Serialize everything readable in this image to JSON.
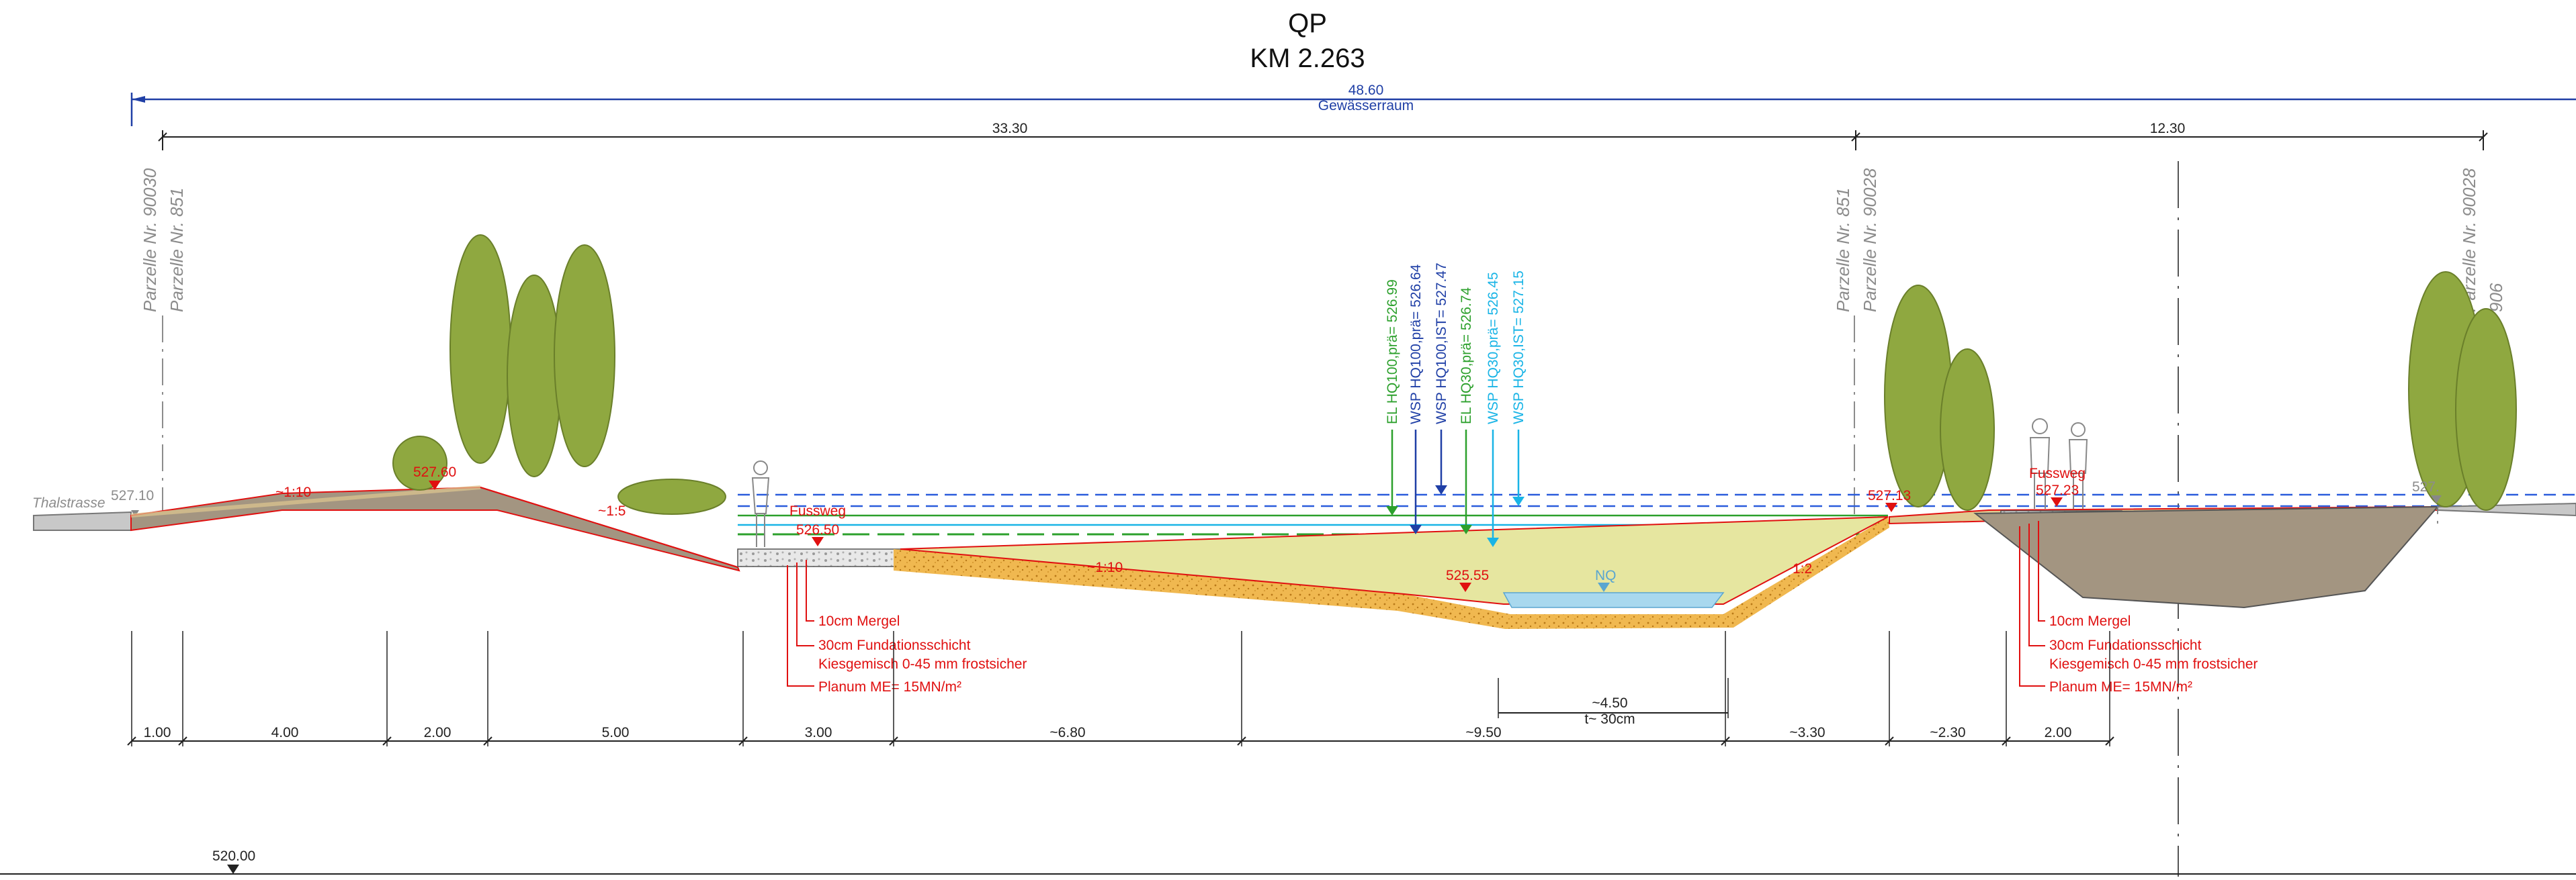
{
  "title": "QP",
  "subtitle": "KM 2.263",
  "colors": {
    "terrain_brown": "#a39581",
    "channel_yellow": "#e6e6a0",
    "gravel_orange": "#f0b850",
    "water_blue": "#a8d8ee",
    "dim_red": "#e01010",
    "dim_blue": "#1f3fa6",
    "green": "#2ca02c",
    "cyan": "#19b4e6",
    "tree_green": "#8fa840"
  },
  "top_dimension": {
    "value": "48.60",
    "label": "Gewässerraum"
  },
  "second_dimensions": [
    "33.30",
    "12.30"
  ],
  "parcels": {
    "left_a": "Parzelle Nr. 90030",
    "left_b": "Parzelle Nr. 851",
    "mid_a": "Parzelle Nr. 851",
    "mid_b": "Parzelle Nr. 90028",
    "right_a": "Parzelle Nr. 90028",
    "right_b": "906"
  },
  "road": {
    "name": "Thalstrasse",
    "elevation": "527.10"
  },
  "slopes": {
    "left_bank": "~1:10",
    "left_steep": "~1:5",
    "channel_left": "~1:10",
    "channel_right": "1:2"
  },
  "elevations": {
    "left_crest": "527.60",
    "path_left": "526.50",
    "channel_bottom": "525.55",
    "right_crest": "527.13",
    "right_path": "527.23",
    "far_right": "527."
  },
  "labels": {
    "fussweg": "Fussweg",
    "nq": "NQ"
  },
  "layers_left": {
    "mergel": "10cm Mergel",
    "fundation": "30cm Fundationsschicht",
    "kies": "Kiesgemisch 0-45 mm frostsicher",
    "planum": "Planum ME= 15MN/m²"
  },
  "layers_right": {
    "mergel": "10cm Mergel",
    "fundation": "30cm Fundationsschicht",
    "kies": "Kiesgemisch 0-45 mm frostsicher",
    "planum": "Planum ME= 15MN/m²"
  },
  "water_levels": [
    {
      "text": "EL HQ100,prä= 526.99",
      "color": "green"
    },
    {
      "text": "WSP HQ100,prä= 526.64",
      "color": "blue"
    },
    {
      "text": "WSP HQ100,IST= 527.47",
      "color": "blue"
    },
    {
      "text": "EL HQ30,prä= 526.74",
      "color": "green"
    },
    {
      "text": "WSP HQ30,prä= 526.45",
      "color": "cyan"
    },
    {
      "text": "WSP HQ30,IST= 527.15",
      "color": "cyan"
    }
  ],
  "bottom_dimensions": [
    "1.00",
    "4.00",
    "2.00",
    "5.00",
    "3.00",
    "~6.80",
    "~9.50",
    "~3.30",
    "~2.30",
    "2.00"
  ],
  "channel_dimension": {
    "value": "~4.50",
    "note": "t~ 30cm"
  },
  "datum": "520.00"
}
